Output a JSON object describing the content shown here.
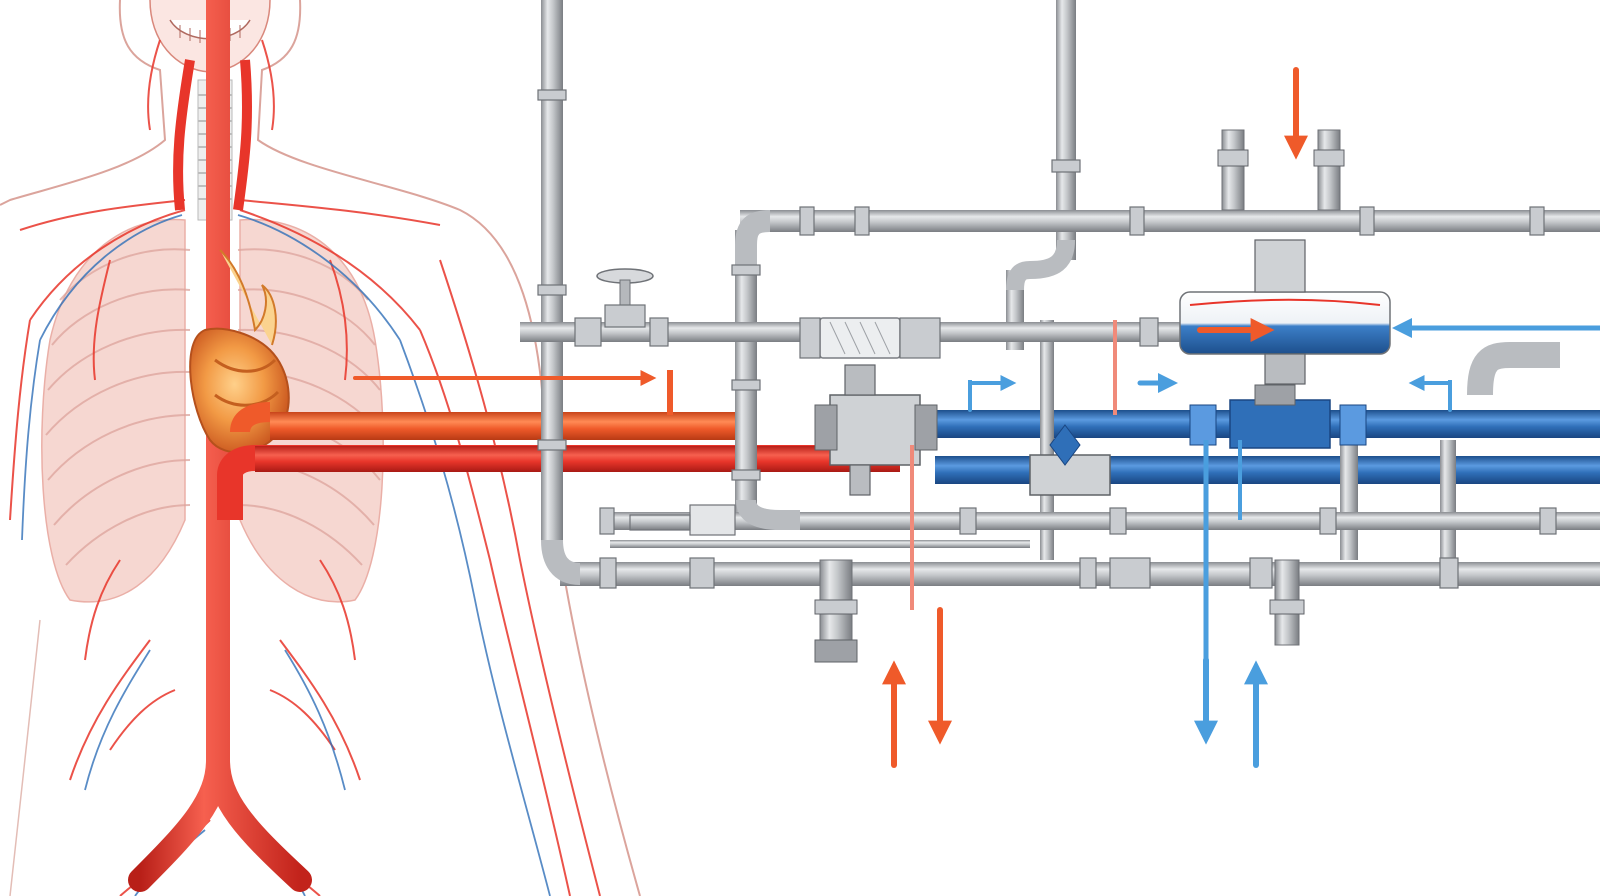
{
  "diagram": {
    "subject": "circulatory-system-as-plumbing",
    "text_labels": [],
    "colors": {
      "artery": "#e8352a",
      "artery_dark": "#c2231b",
      "oxygenated_pipe": "#ef5a2a",
      "vein": "#2f6fb8",
      "vein_light": "#4a9ede",
      "heart": "#f08a3a",
      "pipe_gray": "#a9acb0",
      "pipe_highlight": "#e4e6e8",
      "pipe_shadow": "#7d8085",
      "skin_outline": "#d9a9a2",
      "lung": "#f4c9c2",
      "background": "#ffffff"
    },
    "flow_arrows": [
      {
        "id": "top-inflow",
        "color": "artery",
        "direction": "down"
      },
      {
        "id": "lung-to-valve",
        "color": "artery",
        "direction": "right"
      },
      {
        "id": "tank-outflow",
        "color": "artery",
        "direction": "right"
      },
      {
        "id": "tank-inflow",
        "color": "vein",
        "direction": "left"
      },
      {
        "id": "bottom-red-up",
        "color": "artery",
        "direction": "up"
      },
      {
        "id": "bottom-red-down",
        "color": "artery",
        "direction": "down"
      },
      {
        "id": "bottom-blue-down",
        "color": "vein",
        "direction": "down"
      },
      {
        "id": "bottom-blue-up",
        "color": "vein",
        "direction": "up"
      }
    ]
  }
}
